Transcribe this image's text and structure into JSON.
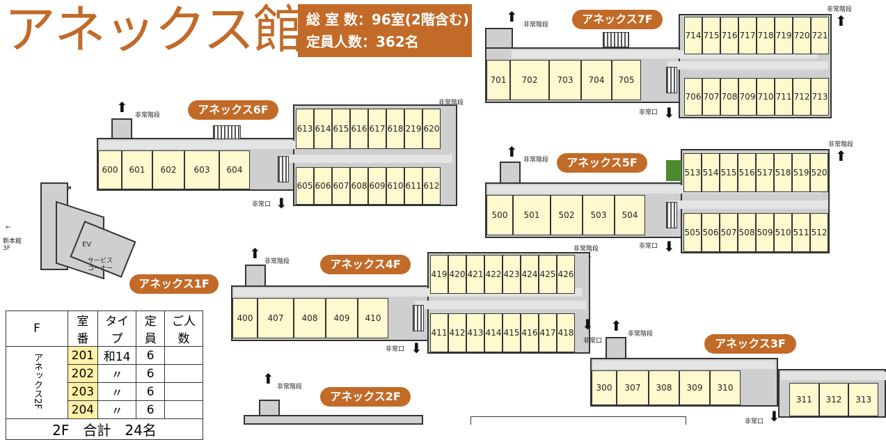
{
  "title": "アネックス館",
  "info": {
    "total_rooms": "総 室 数：96室(2階含む)",
    "capacity": "定員人数：362名"
  },
  "labels": {
    "emergency_stairs": "非常階段",
    "emergency_exit": "非常口",
    "ev": "EV",
    "service_corner": "サービス\nコーナー",
    "main_building": "新本館\n3F"
  },
  "floors": {
    "f7": {
      "name": "アネックス7F",
      "top_rooms": [
        "714",
        "715",
        "716",
        "717",
        "718",
        "719",
        "720",
        "721"
      ],
      "bottom_rooms": [
        "706",
        "707",
        "708",
        "709",
        "710",
        "711",
        "712",
        "713"
      ],
      "mid_rooms": [
        "701",
        "702",
        "703",
        "704",
        "705"
      ]
    },
    "f6": {
      "name": "アネックス6F",
      "top_rooms": [
        "613",
        "614",
        "615",
        "616",
        "617",
        "618",
        "219",
        "620"
      ],
      "bottom_rooms": [
        "605",
        "606",
        "607",
        "608",
        "609",
        "610",
        "611",
        "612"
      ],
      "mid_rooms": [
        "600",
        "601",
        "602",
        "603",
        "604"
      ]
    },
    "f5": {
      "name": "アネックス5F",
      "top_rooms": [
        "513",
        "514",
        "515",
        "516",
        "517",
        "518",
        "519",
        "520"
      ],
      "bottom_rooms": [
        "505",
        "506",
        "507",
        "508",
        "509",
        "510",
        "511",
        "512"
      ],
      "mid_rooms": [
        "500",
        "501",
        "502",
        "503",
        "504"
      ]
    },
    "f4": {
      "name": "アネックス4F",
      "top_rooms": [
        "419",
        "420",
        "421",
        "422",
        "423",
        "424",
        "425",
        "426"
      ],
      "bottom_rooms": [
        "411",
        "412",
        "413",
        "414",
        "415",
        "416",
        "417",
        "418"
      ],
      "mid_rooms": [
        "400",
        "407",
        "408",
        "409",
        "410"
      ]
    },
    "f3": {
      "name": "アネックス3F",
      "mid_rooms": [
        "300",
        "307",
        "308",
        "309",
        "310"
      ],
      "right_rooms": [
        "311",
        "312",
        "313"
      ]
    },
    "f2": {
      "name": "アネックス2F"
    },
    "f1": {
      "name": "アネックス1F"
    }
  },
  "table": {
    "headers": [
      "F",
      "室番",
      "タイプ",
      "定員",
      "ご人数"
    ],
    "floor_label": "アネックス2F",
    "rows": [
      [
        "201",
        "和14",
        "6",
        ""
      ],
      [
        "202",
        "〃",
        "6",
        ""
      ],
      [
        "203",
        "〃",
        "6",
        ""
      ],
      [
        "204",
        "〃",
        "6",
        ""
      ]
    ],
    "total": "2F　合計　24名"
  },
  "colors": {
    "accent": "#c26a28",
    "room_fill": "#fff9cf",
    "floor_fill": "#cfcfcf"
  }
}
